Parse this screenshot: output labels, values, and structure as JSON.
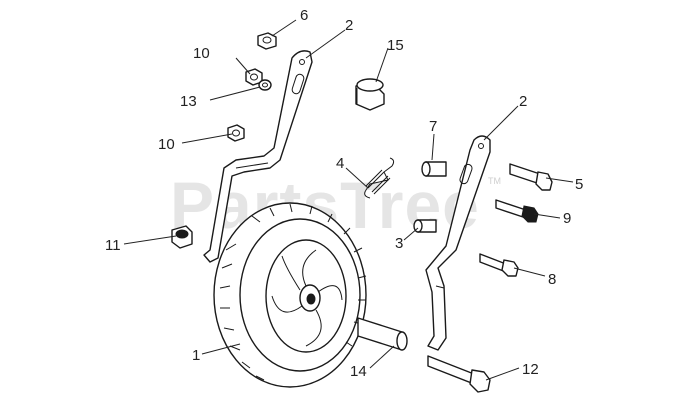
{
  "watermark": {
    "text": "PartsTree",
    "tm": "TM"
  },
  "callouts": [
    {
      "id": "c6",
      "label": "6"
    },
    {
      "id": "c2a",
      "label": "2"
    },
    {
      "id": "c10a",
      "label": "10"
    },
    {
      "id": "c13",
      "label": "13"
    },
    {
      "id": "c15",
      "label": "15"
    },
    {
      "id": "c10b",
      "label": "10"
    },
    {
      "id": "c7",
      "label": "7"
    },
    {
      "id": "c2b",
      "label": "2"
    },
    {
      "id": "c4",
      "label": "4"
    },
    {
      "id": "c5",
      "label": "5"
    },
    {
      "id": "c9",
      "label": "9"
    },
    {
      "id": "c11",
      "label": "11"
    },
    {
      "id": "c3",
      "label": "3"
    },
    {
      "id": "c8",
      "label": "8"
    },
    {
      "id": "c1",
      "label": "1"
    },
    {
      "id": "c14",
      "label": "14"
    },
    {
      "id": "c12",
      "label": "12"
    }
  ],
  "colors": {
    "line": "#1a1a1a",
    "watermark": "#cfcfcf",
    "background": "#ffffff"
  }
}
